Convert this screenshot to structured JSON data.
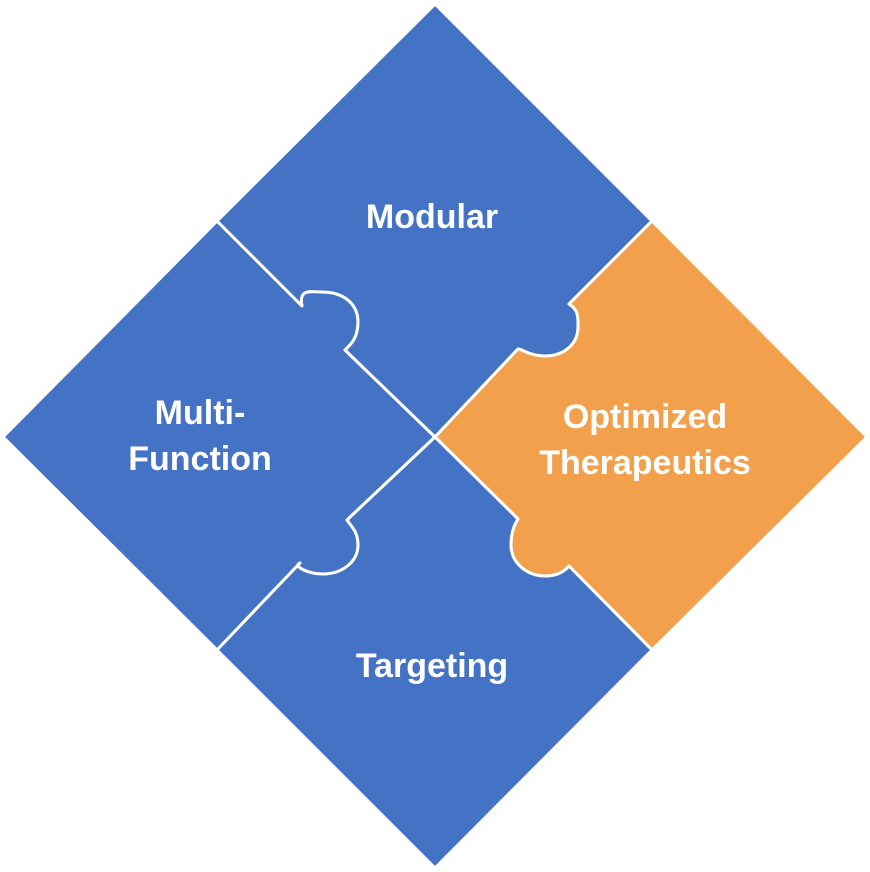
{
  "diagram": {
    "pieces": {
      "top": {
        "label": "Modular",
        "color": "#4472C4"
      },
      "left": {
        "label_lines": [
          "Multi-",
          "Function"
        ],
        "color": "#4472C4"
      },
      "right": {
        "label_lines": [
          "Optimized",
          "Therapeutics"
        ],
        "color": "#F2A04B"
      },
      "bottom": {
        "label": "Targeting",
        "color": "#4472C4"
      }
    },
    "seam_color": "#ffffff"
  }
}
